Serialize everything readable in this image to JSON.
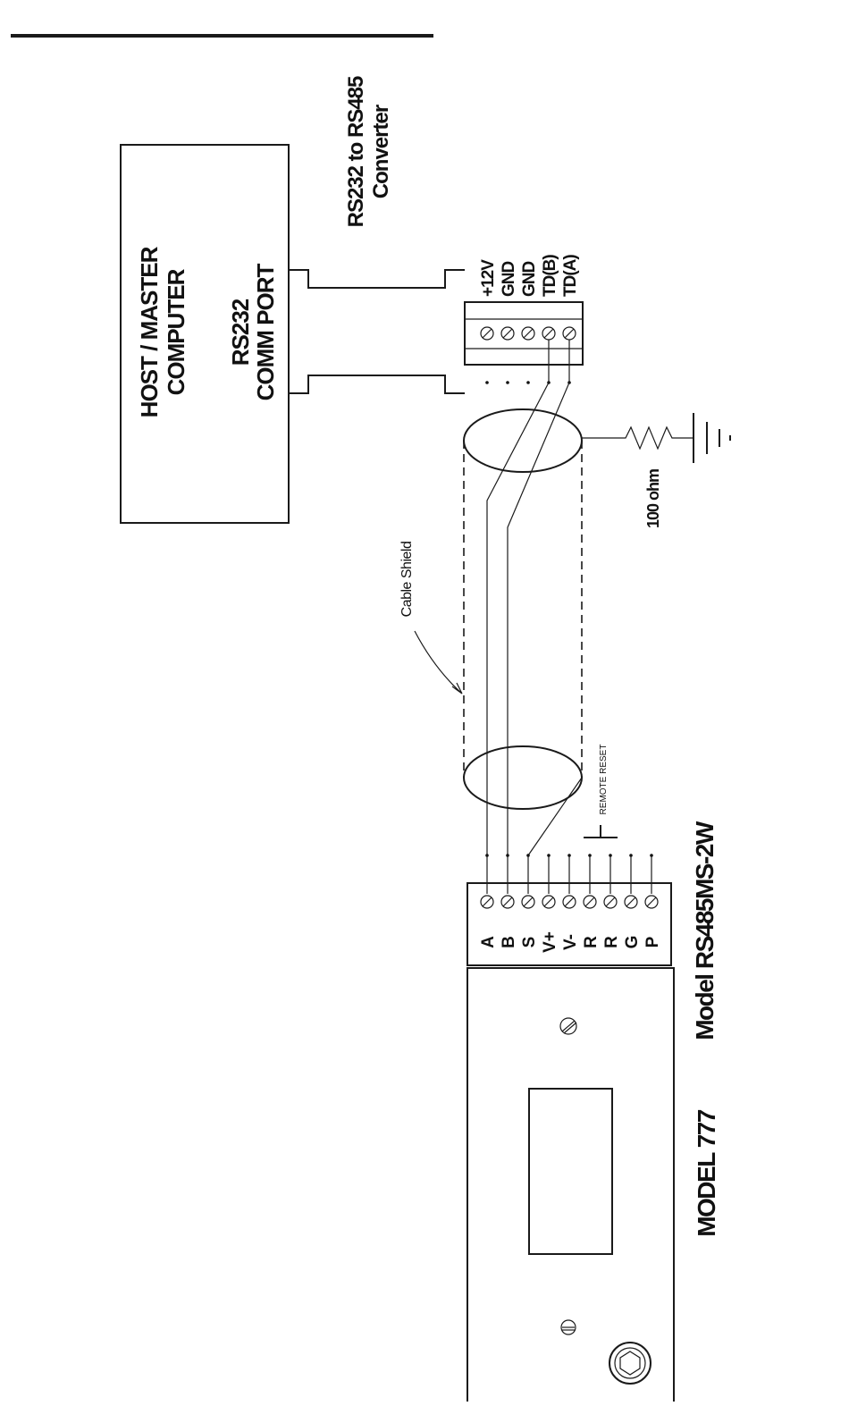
{
  "host": {
    "title_line1": "HOST / MASTER",
    "title_line2": "COMPUTER",
    "port_line1": "RS232",
    "port_line2": "COMM PORT"
  },
  "converter": {
    "label_line1": "RS232 to RS485",
    "label_line2": "Converter",
    "terminals": [
      "+12V",
      "GND",
      "GND",
      "TD(B)",
      "TD(A)"
    ]
  },
  "resistor": {
    "label": "100 ohm"
  },
  "cable": {
    "label": "Cable Shield"
  },
  "remote_reset": {
    "label": "REMOTE RESET"
  },
  "module": {
    "label": "Model RS485MS-2W",
    "terminals": [
      "A",
      "B",
      "S",
      "V+",
      "V-",
      "R",
      "R",
      "G",
      "P"
    ]
  },
  "device": {
    "label": "MODEL 777"
  }
}
